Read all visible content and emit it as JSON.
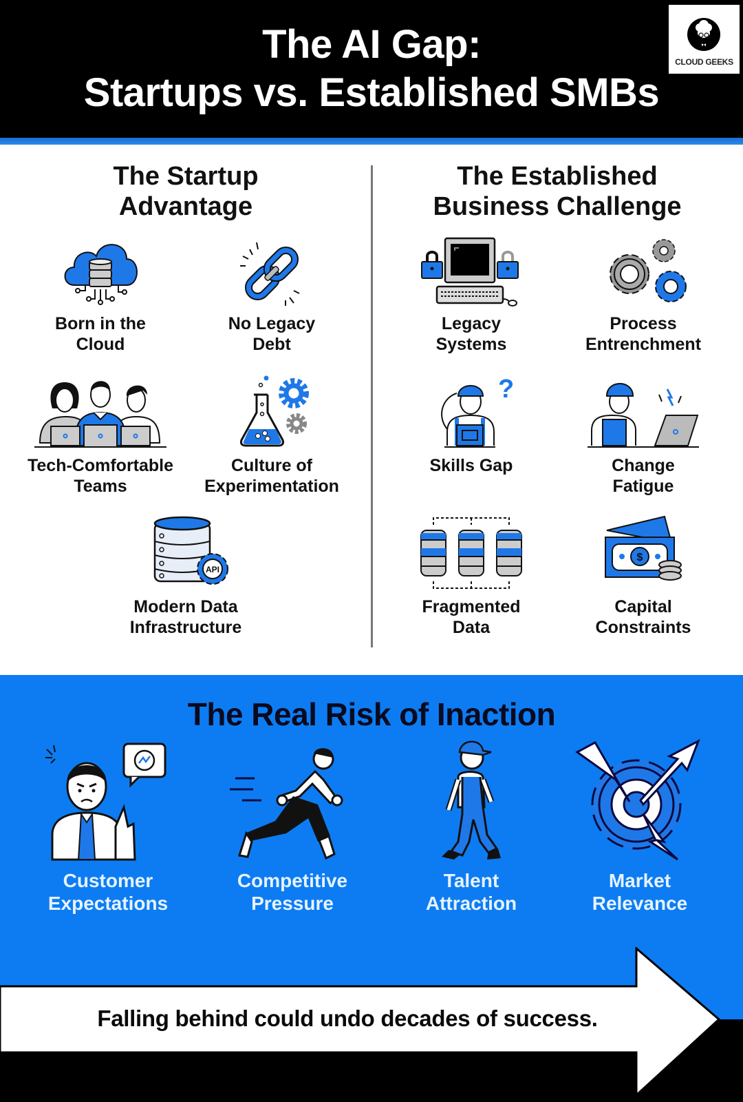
{
  "header": {
    "title_line1": "The AI Gap:",
    "title_line2": "Startups vs. Established SMBs",
    "logo": {
      "text": "CLOUD GEEKS",
      "icon": "cloud-geek-mascot-icon"
    }
  },
  "startup": {
    "title_line1": "The Startup",
    "title_line2": "Advantage",
    "items": [
      {
        "line1": "Born in the",
        "line2": "Cloud",
        "icon": "cloud-database-icon"
      },
      {
        "line1": "No Legacy",
        "line2": "Debt",
        "icon": "broken-chain-icon"
      },
      {
        "line1": "Tech-Comfortable",
        "line2": "Teams",
        "icon": "team-laptops-icon"
      },
      {
        "line1": "Culture of",
        "line2": "Experimentation",
        "icon": "flask-gears-icon"
      },
      {
        "line1": "Modern Data",
        "line2": "Infrastructure",
        "icon": "database-api-icon"
      }
    ]
  },
  "established": {
    "title_line1": "The Established",
    "title_line2": "Business Challenge",
    "items": [
      {
        "line1": "Legacy",
        "line2": "Systems",
        "icon": "locked-computer-icon"
      },
      {
        "line1": "Process",
        "line2": "Entrenchment",
        "icon": "gears-icon"
      },
      {
        "line1": "Skills Gap",
        "line2": "",
        "icon": "confused-worker-icon"
      },
      {
        "line1": "Change",
        "line2": "Fatigue",
        "icon": "tired-worker-laptop-icon"
      },
      {
        "line1": "Fragmented",
        "line2": "Data",
        "icon": "fragmented-databases-icon"
      },
      {
        "line1": "Capital",
        "line2": "Constraints",
        "icon": "money-coins-icon"
      }
    ]
  },
  "risk": {
    "title": "The Real Risk of Inaction",
    "items": [
      {
        "line1": "Customer",
        "line2": "Expectations",
        "icon": "angry-customer-icon"
      },
      {
        "line1": "Competitive",
        "line2": "Pressure",
        "icon": "running-man-icon"
      },
      {
        "line1": "Talent",
        "line2": "Attraction",
        "icon": "walking-worker-icon"
      },
      {
        "line1": "Market",
        "line2": "Relevance",
        "icon": "gear-target-arrow-icon"
      }
    ]
  },
  "tagline": "Falling behind could undo decades of success.",
  "colors": {
    "header_bg": "#000000",
    "accent_blue": "#1f6fe0",
    "risk_bg": "#0d7cf2",
    "text_dark": "#111111",
    "risk_label": "#e6f3ff"
  }
}
